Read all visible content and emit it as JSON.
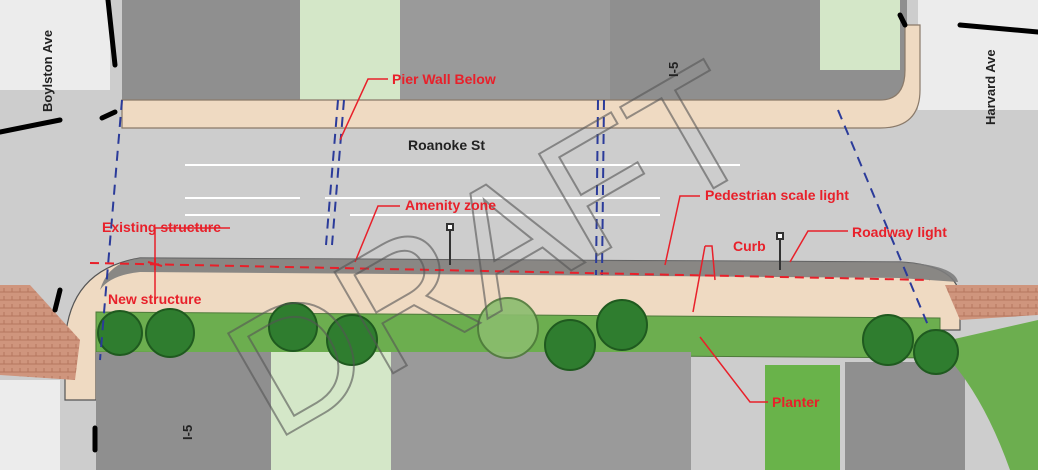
{
  "streets": {
    "boylston": "Boylston Ave",
    "harvard": "Harvard Ave",
    "roanoke": "Roanoke St",
    "i5_top": "I-5",
    "i5_bottom": "I-5"
  },
  "callouts": {
    "pier_wall": "Pier Wall Below",
    "amenity_zone": "Amenity zone",
    "pedestrian_light": "Pedestrian scale light",
    "existing_structure": "Existing structure",
    "roadway_light": "Roadway light",
    "curb": "Curb",
    "new_structure": "New structure",
    "planter": "Planter"
  },
  "watermark": "DRAFT",
  "colors": {
    "callout_red": "#e8202a",
    "road_gray": "#c8c8c8",
    "freeway_gray": "#8d8d8d",
    "sidewalk_tan": "#f1dcc4",
    "planter_green": "#6aa84f",
    "tree_green": "#2f7d2f",
    "greenway": "#cfe3c4",
    "brick": "#c98f77",
    "structure_dash": "#2b3b9a"
  }
}
